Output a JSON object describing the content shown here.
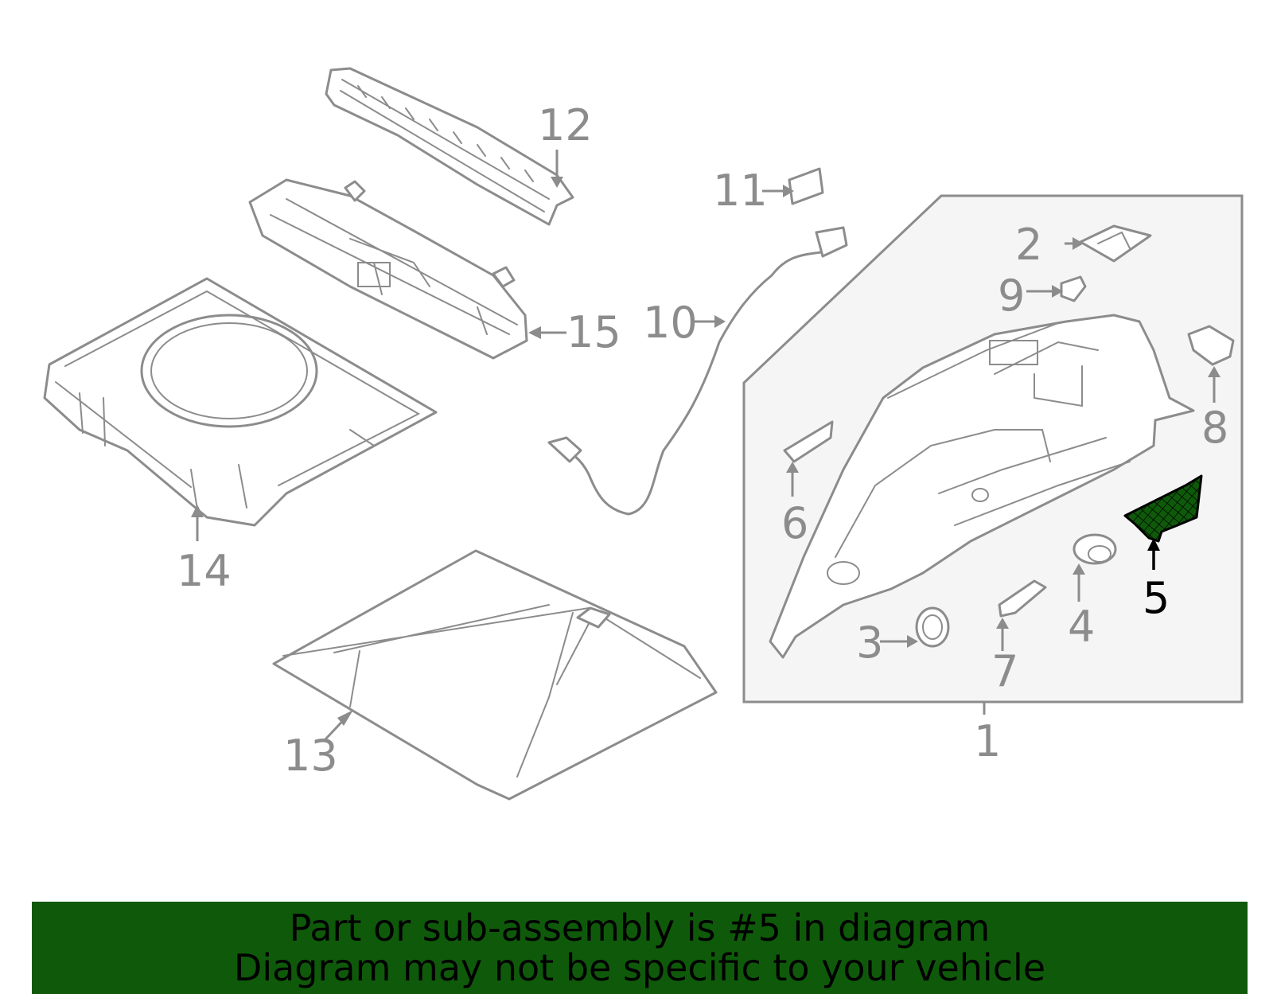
{
  "callouts": {
    "c1": "1",
    "c2": "2",
    "c3": "3",
    "c4": "4",
    "c5": "5",
    "c6": "6",
    "c7": "7",
    "c8": "8",
    "c9": "9",
    "c10": "10",
    "c11": "11",
    "c12": "12",
    "c13": "13",
    "c14": "14",
    "c15": "15"
  },
  "highlighted_part": "5",
  "colors": {
    "line_art": "#8c8c8c",
    "highlight_fill": "#0f5a0a",
    "highlight_stroke": "#000000",
    "assembly_box_fill": "#f5f5f5",
    "banner_background": "#0f5a0a",
    "banner_text": "#000000"
  },
  "banner": {
    "line1": "Part or sub-assembly is #5 in diagram",
    "line2": "Diagram may not be specific to your vehicle"
  }
}
